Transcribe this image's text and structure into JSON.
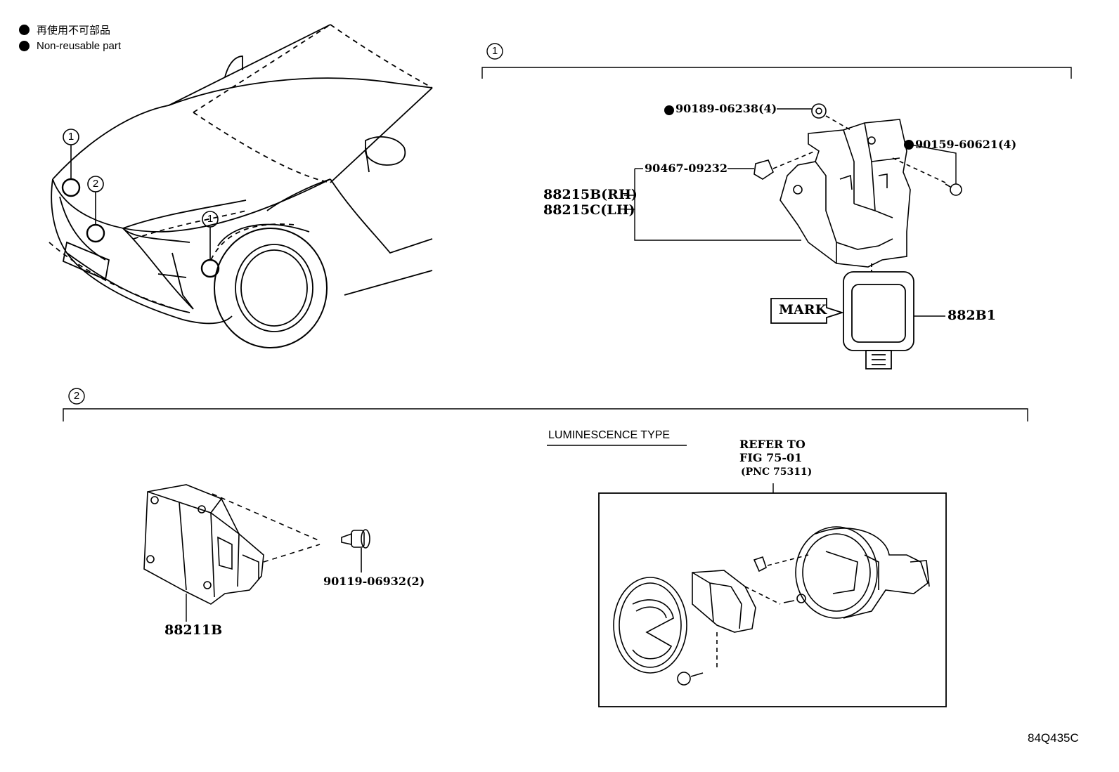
{
  "legend": {
    "jp": "再使用不可部品",
    "en": "Non-reusable part"
  },
  "callouts": {
    "one": "1",
    "two": "2"
  },
  "section1": {
    "parts": {
      "p90189": "90189-06238(4)",
      "p90159": "90159-60621(4)",
      "p90467": "90467-09232",
      "p88215b": "88215B(RH)",
      "p88215c": "88215C(LH)",
      "mark": "MARK",
      "p882b1": "882B1"
    }
  },
  "section2": {
    "parts": {
      "p90119": "90119-06932(2)",
      "p88211b": "88211B"
    },
    "luminescence": "LUMINESCENCE TYPE",
    "refer_line1": "REFER TO",
    "refer_line2": "FIG 75-01",
    "refer_line3": "(PNC 75311)"
  },
  "figure_code": "84Q435C"
}
